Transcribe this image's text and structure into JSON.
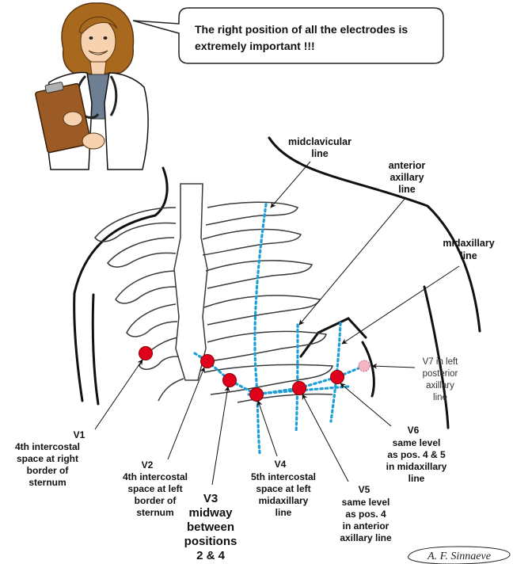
{
  "speech_bubble": {
    "line1": "The right position of all the electrodes is",
    "line2": "extremely important !!!"
  },
  "reference_lines": {
    "midclavicular": [
      "midclavicular",
      "line"
    ],
    "anterior_axillary": [
      "anterior",
      "axillary",
      "line"
    ],
    "midaxillary": [
      "midaxillary",
      "line"
    ]
  },
  "electrodes": {
    "v1": [
      "V1",
      "4th intercostal",
      "space at right",
      "border of",
      "sternum"
    ],
    "v2": [
      "V2",
      "4th intercostal",
      "space at left",
      "border of",
      "sternum"
    ],
    "v3": [
      "V3",
      "midway",
      "between",
      "positions",
      "2 & 4"
    ],
    "v4": [
      "V4",
      "5th intercostal",
      "space at left",
      "midaxillary",
      "line"
    ],
    "v5": [
      "V5",
      "same level",
      "as pos. 4",
      "in anterior",
      "axillary line"
    ],
    "v6": [
      "V6",
      "same level",
      "as pos. 4 & 5",
      "in midaxillary",
      "line"
    ],
    "v7": [
      "V7 in left",
      "posterior",
      "axillary",
      "line"
    ]
  },
  "signature": "A. F. Sinnaeve",
  "colors": {
    "electrode": "#e0001b",
    "electrode_outline": "#8b0000",
    "v7_electrode": "#f4b6c0",
    "dotted_line": "#1f9fd6",
    "outline": "#111111",
    "coat": "#ffffff",
    "hair": "#a8691f",
    "clipboard": "#9c5a25"
  }
}
